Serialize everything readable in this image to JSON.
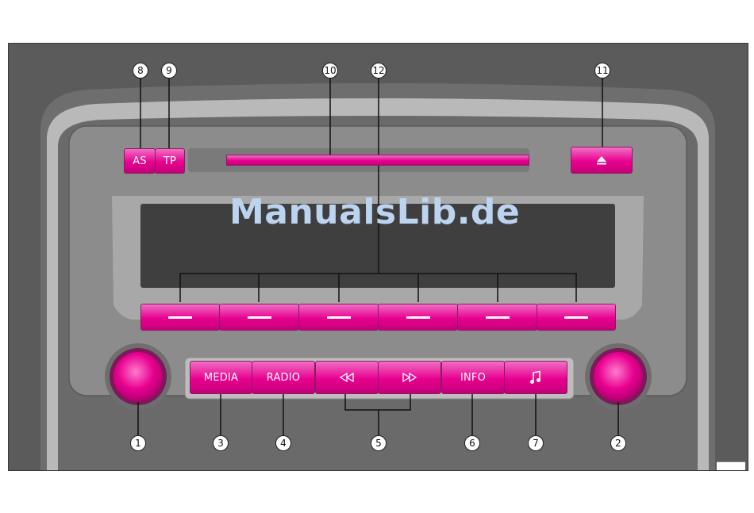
{
  "watermark": "ManualsLib.de",
  "colors": {
    "accent": "#e8008f",
    "bezel": "#6a6a6a",
    "panel": "#8a8a8a",
    "display": "#3c3c3c"
  },
  "buttons": {
    "as": "AS",
    "tp": "TP",
    "eject_icon": "eject-icon",
    "media": "MEDIA",
    "radio": "RADIO",
    "rewind_icon": "rewind-icon",
    "fast_forward_icon": "fast-forward-icon",
    "info": "INFO",
    "sound_icon": "music-note-icon",
    "presets": [
      "",
      "",
      "",
      "",
      "",
      ""
    ]
  },
  "callouts": [
    "1",
    "2",
    "3",
    "4",
    "5",
    "6",
    "7",
    "8",
    "9",
    "10",
    "11",
    "12"
  ]
}
